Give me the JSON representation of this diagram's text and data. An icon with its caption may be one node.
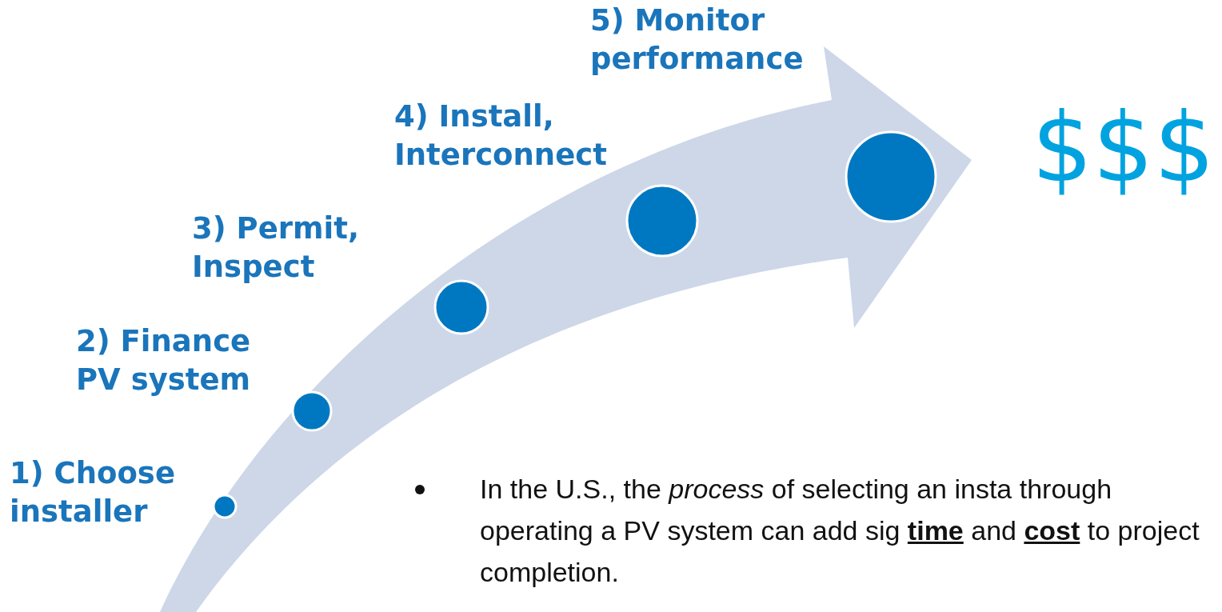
{
  "diagram": {
    "nodes": [
      {
        "text": [],
        "shape": "circle",
        "beside": [
          "1) Choose installer"
        ]
      },
      {
        "text": [],
        "shape": "circle",
        "beside": [
          "2) Finance PV system"
        ]
      },
      {
        "text": [],
        "shape": "circle",
        "beside": [
          "3) Permit, Inspect"
        ]
      },
      {
        "text": [],
        "shape": "circle",
        "beside": [
          "4) Install, Interconnect"
        ]
      },
      {
        "text": [],
        "shape": "circle",
        "beside": [
          "5) Monitor performance"
        ]
      }
    ],
    "labels": [
      "$$$",
      "In the U.S., the *process* of selecting an insta through operating a PV system can add sig **time** and **cost** to project completion."
    ]
  }
}
